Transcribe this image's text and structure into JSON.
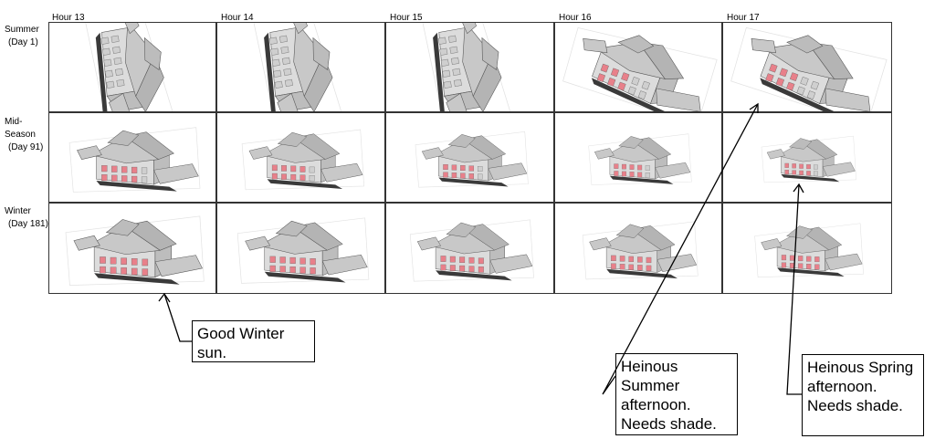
{
  "hours": [
    "Hour 13",
    "Hour 14",
    "Hour 15",
    "Hour 16",
    "Hour 17"
  ],
  "seasons": [
    {
      "line1": "Summer",
      "line2": "(Day 1)"
    },
    {
      "line1": "Mid-",
      "line2": "Season",
      "line3": "(Day 91)"
    },
    {
      "line1": "Winter",
      "line2": "(Day 181)"
    }
  ],
  "callouts": {
    "winter": "Good Winter sun.",
    "summer": "Heinous Summer afternoon. Needs shade.",
    "spring": "Heinous Spring afternoon. Needs shade."
  },
  "colors": {
    "roof": "#c8c8c8",
    "wall": "#dcdcdc",
    "sunlit_glazing": "#e8808a",
    "shadow": "#3a3a3a",
    "border": "#333333"
  }
}
